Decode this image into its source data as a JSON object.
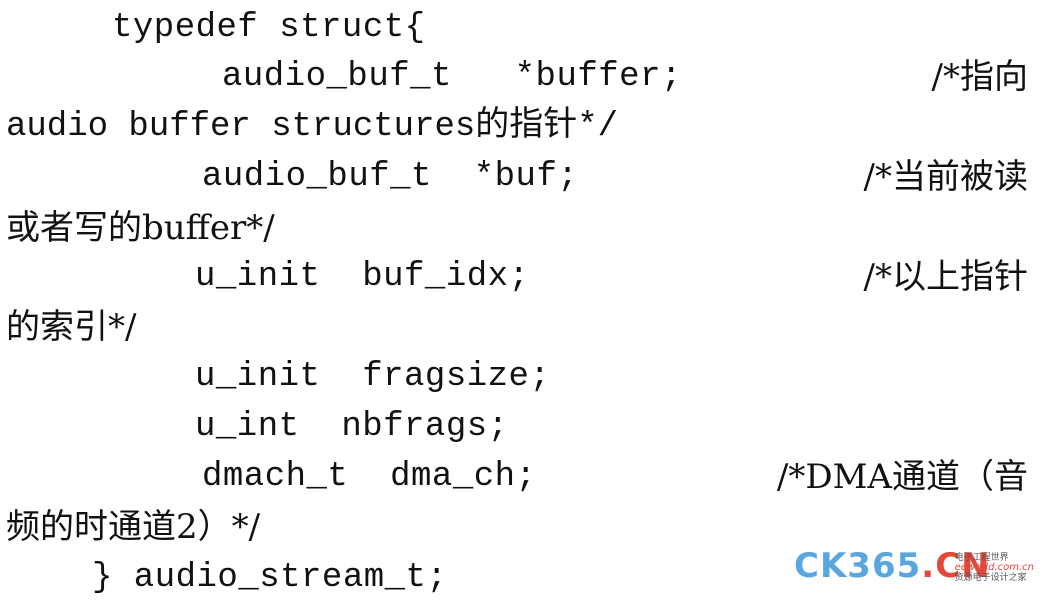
{
  "code": {
    "line1": "typedef struct{",
    "line2_code": "audio_buf_t   *buffer;",
    "line2_comment": "/*指向",
    "line3_wrap": "audio buffer structures的指针*/",
    "line4_code": "audio_buf_t  *buf;",
    "line4_comment": "/*当前被读",
    "line5_wrap": "或者写的buffer*/",
    "line6_code": "u_init  buf_idx;",
    "line6_comment": "/*以上指针",
    "line7_wrap": "的索引*/",
    "line8_code": "u_init  fragsize;",
    "line9_code": "u_int  nbfrags;",
    "line10_code": "dmach_t  dma_ch;",
    "line10_comment": "/*DMA通道（音",
    "line11_wrap": "频的时通道2）*/",
    "line12": "} audio_stream_t;"
  },
  "watermark": {
    "brand_main": "CK365",
    "brand_suffix": ".CN",
    "sub_cn": "电子工程世界",
    "sub_site": "eeworld.com.cn",
    "sub_tag": "资源电子设计之家"
  }
}
